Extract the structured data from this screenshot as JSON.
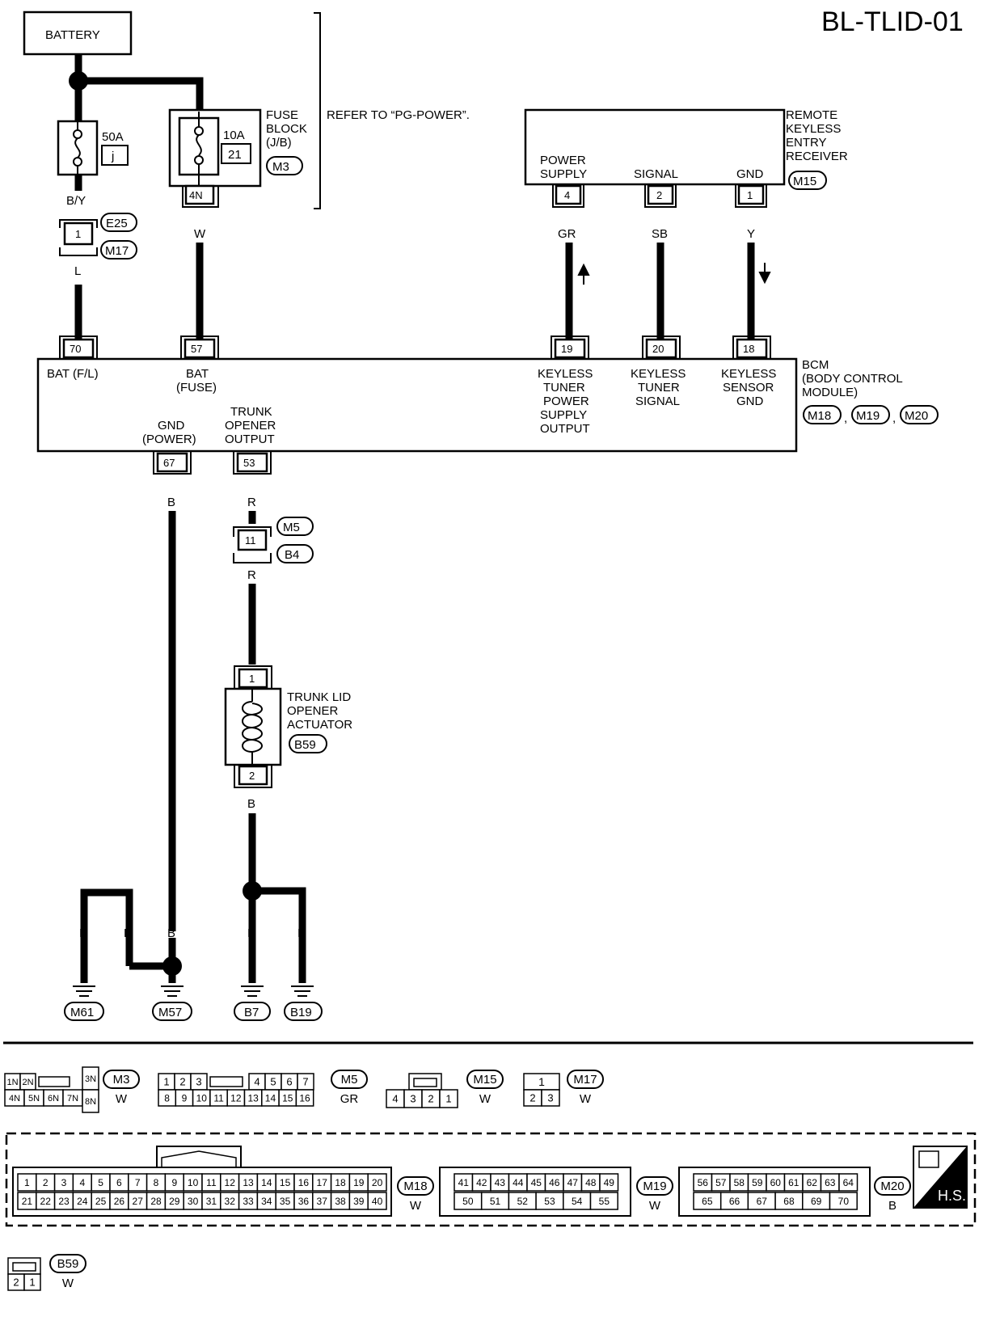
{
  "title": "BL-TLID-01",
  "battery": {
    "label": "BATTERY"
  },
  "fuses": {
    "main": {
      "amp": "50A",
      "id": "j"
    },
    "block": {
      "amp": "10A",
      "id": "21",
      "terminal": "4N"
    }
  },
  "fuse_block": {
    "lines": [
      "FUSE",
      "BLOCK",
      "(J/B)"
    ],
    "conn": "M3"
  },
  "refer_note": "REFER TO “PG-POWER”.",
  "remote_receiver": {
    "lines": [
      "REMOTE",
      "KEYLESS",
      "ENTRY",
      "RECEIVER"
    ],
    "conn": "M15",
    "pins": [
      {
        "lines": [
          "POWER",
          "SUPPLY"
        ],
        "num": "4",
        "wire": "GR"
      },
      {
        "lines": [
          "SIGNAL"
        ],
        "num": "2",
        "wire": "SB"
      },
      {
        "lines": [
          "GND"
        ],
        "num": "1",
        "wire": "Y"
      }
    ]
  },
  "inline_e25": {
    "pin": "1",
    "conn_a": "E25",
    "conn_b": "M17",
    "wire_top": "B/Y",
    "wire_bottom": "L"
  },
  "fuse_wire": "W",
  "bcm": {
    "lines": [
      "BCM",
      "(BODY CONTROL",
      "MODULE)"
    ],
    "conns": [
      "M18",
      "M19",
      "M20"
    ],
    "sep": ",",
    "top_pins": [
      {
        "num": "70",
        "lines": [
          "BAT (F/L)"
        ]
      },
      {
        "num": "57",
        "lines": [
          "BAT",
          "(FUSE)"
        ]
      },
      {
        "num": "19",
        "lines": [
          "KEYLESS",
          "TUNER",
          "POWER",
          "SUPPLY",
          "OUTPUT"
        ]
      },
      {
        "num": "20",
        "lines": [
          "KEYLESS",
          "TUNER",
          "SIGNAL"
        ]
      },
      {
        "num": "18",
        "lines": [
          "KEYLESS",
          "SENSOR",
          "GND"
        ]
      }
    ],
    "bottom_pins": [
      {
        "num": "67",
        "lines": [
          "GND",
          "(POWER)"
        ],
        "wire": "B"
      },
      {
        "num": "53",
        "lines": [
          "TRUNK",
          "OPENER",
          "OUTPUT"
        ],
        "wire": "R"
      }
    ]
  },
  "inline_m5": {
    "pin": "11",
    "conn_a": "M5",
    "conn_b": "B4",
    "wire": "R"
  },
  "actuator": {
    "lines": [
      "TRUNK LID",
      "OPENER",
      "ACTUATOR"
    ],
    "conn": "B59",
    "pin_top": "1",
    "pin_bottom": "2",
    "wire": "B"
  },
  "grounds": [
    {
      "name": "M61",
      "wire": "B"
    },
    {
      "name": "M57",
      "wire": "B"
    },
    {
      "name": "B7",
      "wire": "B"
    },
    {
      "name": "B19",
      "wire": "B"
    }
  ],
  "ground_m57_branch_wire": "B",
  "connectors": {
    "m3": {
      "name": "M3",
      "color": "W",
      "top": [
        "1N",
        "2N"
      ],
      "bottom": [
        "4N",
        "5N",
        "6N",
        "7N"
      ],
      "right": [
        "3N",
        "8N"
      ]
    },
    "m5": {
      "name": "M5",
      "color": "GR",
      "top_left": [
        "1",
        "2",
        "3"
      ],
      "top_right": [
        "4",
        "5",
        "6",
        "7"
      ],
      "bottom": [
        "8",
        "9",
        "10",
        "11",
        "12",
        "13",
        "14",
        "15",
        "16"
      ]
    },
    "m15": {
      "name": "M15",
      "color": "W",
      "pins": [
        "4",
        "3",
        "2",
        "1"
      ]
    },
    "m17": {
      "name": "M17",
      "color": "W",
      "top": [
        "1"
      ],
      "bottom": [
        "2",
        "3"
      ]
    },
    "m18": {
      "name": "M18",
      "color": "W",
      "top": [
        "1",
        "2",
        "3",
        "4",
        "5",
        "6",
        "7",
        "8",
        "9",
        "10",
        "11",
        "12",
        "13",
        "14",
        "15",
        "16",
        "17",
        "18",
        "19",
        "20"
      ],
      "bottom": [
        "21",
        "22",
        "23",
        "24",
        "25",
        "26",
        "27",
        "28",
        "29",
        "30",
        "31",
        "32",
        "33",
        "34",
        "35",
        "36",
        "37",
        "38",
        "39",
        "40"
      ]
    },
    "m19": {
      "name": "M19",
      "color": "W",
      "top": [
        "41",
        "42",
        "43",
        "44",
        "45",
        "46",
        "47",
        "48",
        "49"
      ],
      "bottom": [
        "50",
        "51",
        "52",
        "53",
        "54",
        "55"
      ]
    },
    "m20": {
      "name": "M20",
      "color": "B",
      "top": [
        "56",
        "57",
        "58",
        "59",
        "60",
        "61",
        "62",
        "63",
        "64"
      ],
      "bottom": [
        "65",
        "66",
        "67",
        "68",
        "69",
        "70"
      ]
    },
    "b59": {
      "name": "B59",
      "color": "W",
      "pins": [
        "2",
        "1"
      ]
    }
  },
  "hs_badge": "H.S."
}
